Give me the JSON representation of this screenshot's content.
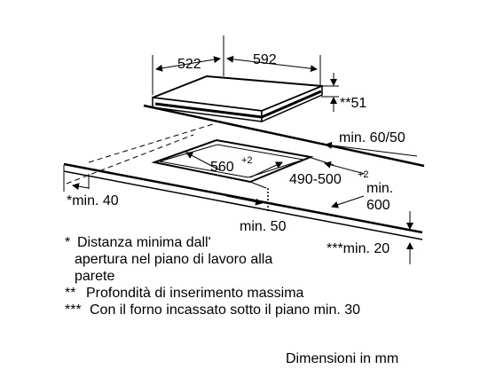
{
  "diagram": {
    "labels": {
      "depth": "522",
      "width": "592",
      "thickness": "**51",
      "wall_clearance": "min. 60/50",
      "cutout_width": "560",
      "cutout_width_tol": "+2",
      "cutout_depth": "490-500",
      "cutout_depth_tol": "+2",
      "side_clearance": "*min. 40",
      "front_clearance": "min. 50",
      "worktop_depth_1": "min.",
      "worktop_depth_2": "600",
      "bottom_clearance": "***min. 20"
    }
  },
  "notes": [
    {
      "marker": "*",
      "text": "Distanza minima dall'"
    },
    {
      "marker": "",
      "text": "apertura nel piano di lavoro alla"
    },
    {
      "marker": "",
      "text": "parete"
    },
    {
      "marker": "**",
      "text": "Profondità di inserimento massima"
    },
    {
      "marker": "***",
      "text": "Con il forno incassato sotto il piano min. 30"
    }
  ],
  "footer": "Dimensioni in mm"
}
